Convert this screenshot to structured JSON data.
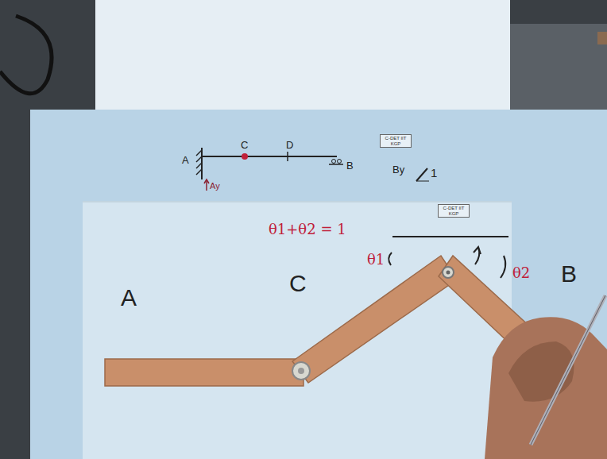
{
  "diagram": {
    "labels": [
      "A",
      "C",
      "D",
      "B",
      "Ay",
      "By",
      "1",
      "C-DET IIT KGP",
      "θ1+θ2 = 1",
      "C-DET IIT KGP",
      "θ1",
      "θ2",
      "A",
      "C",
      "B"
    ]
  }
}
